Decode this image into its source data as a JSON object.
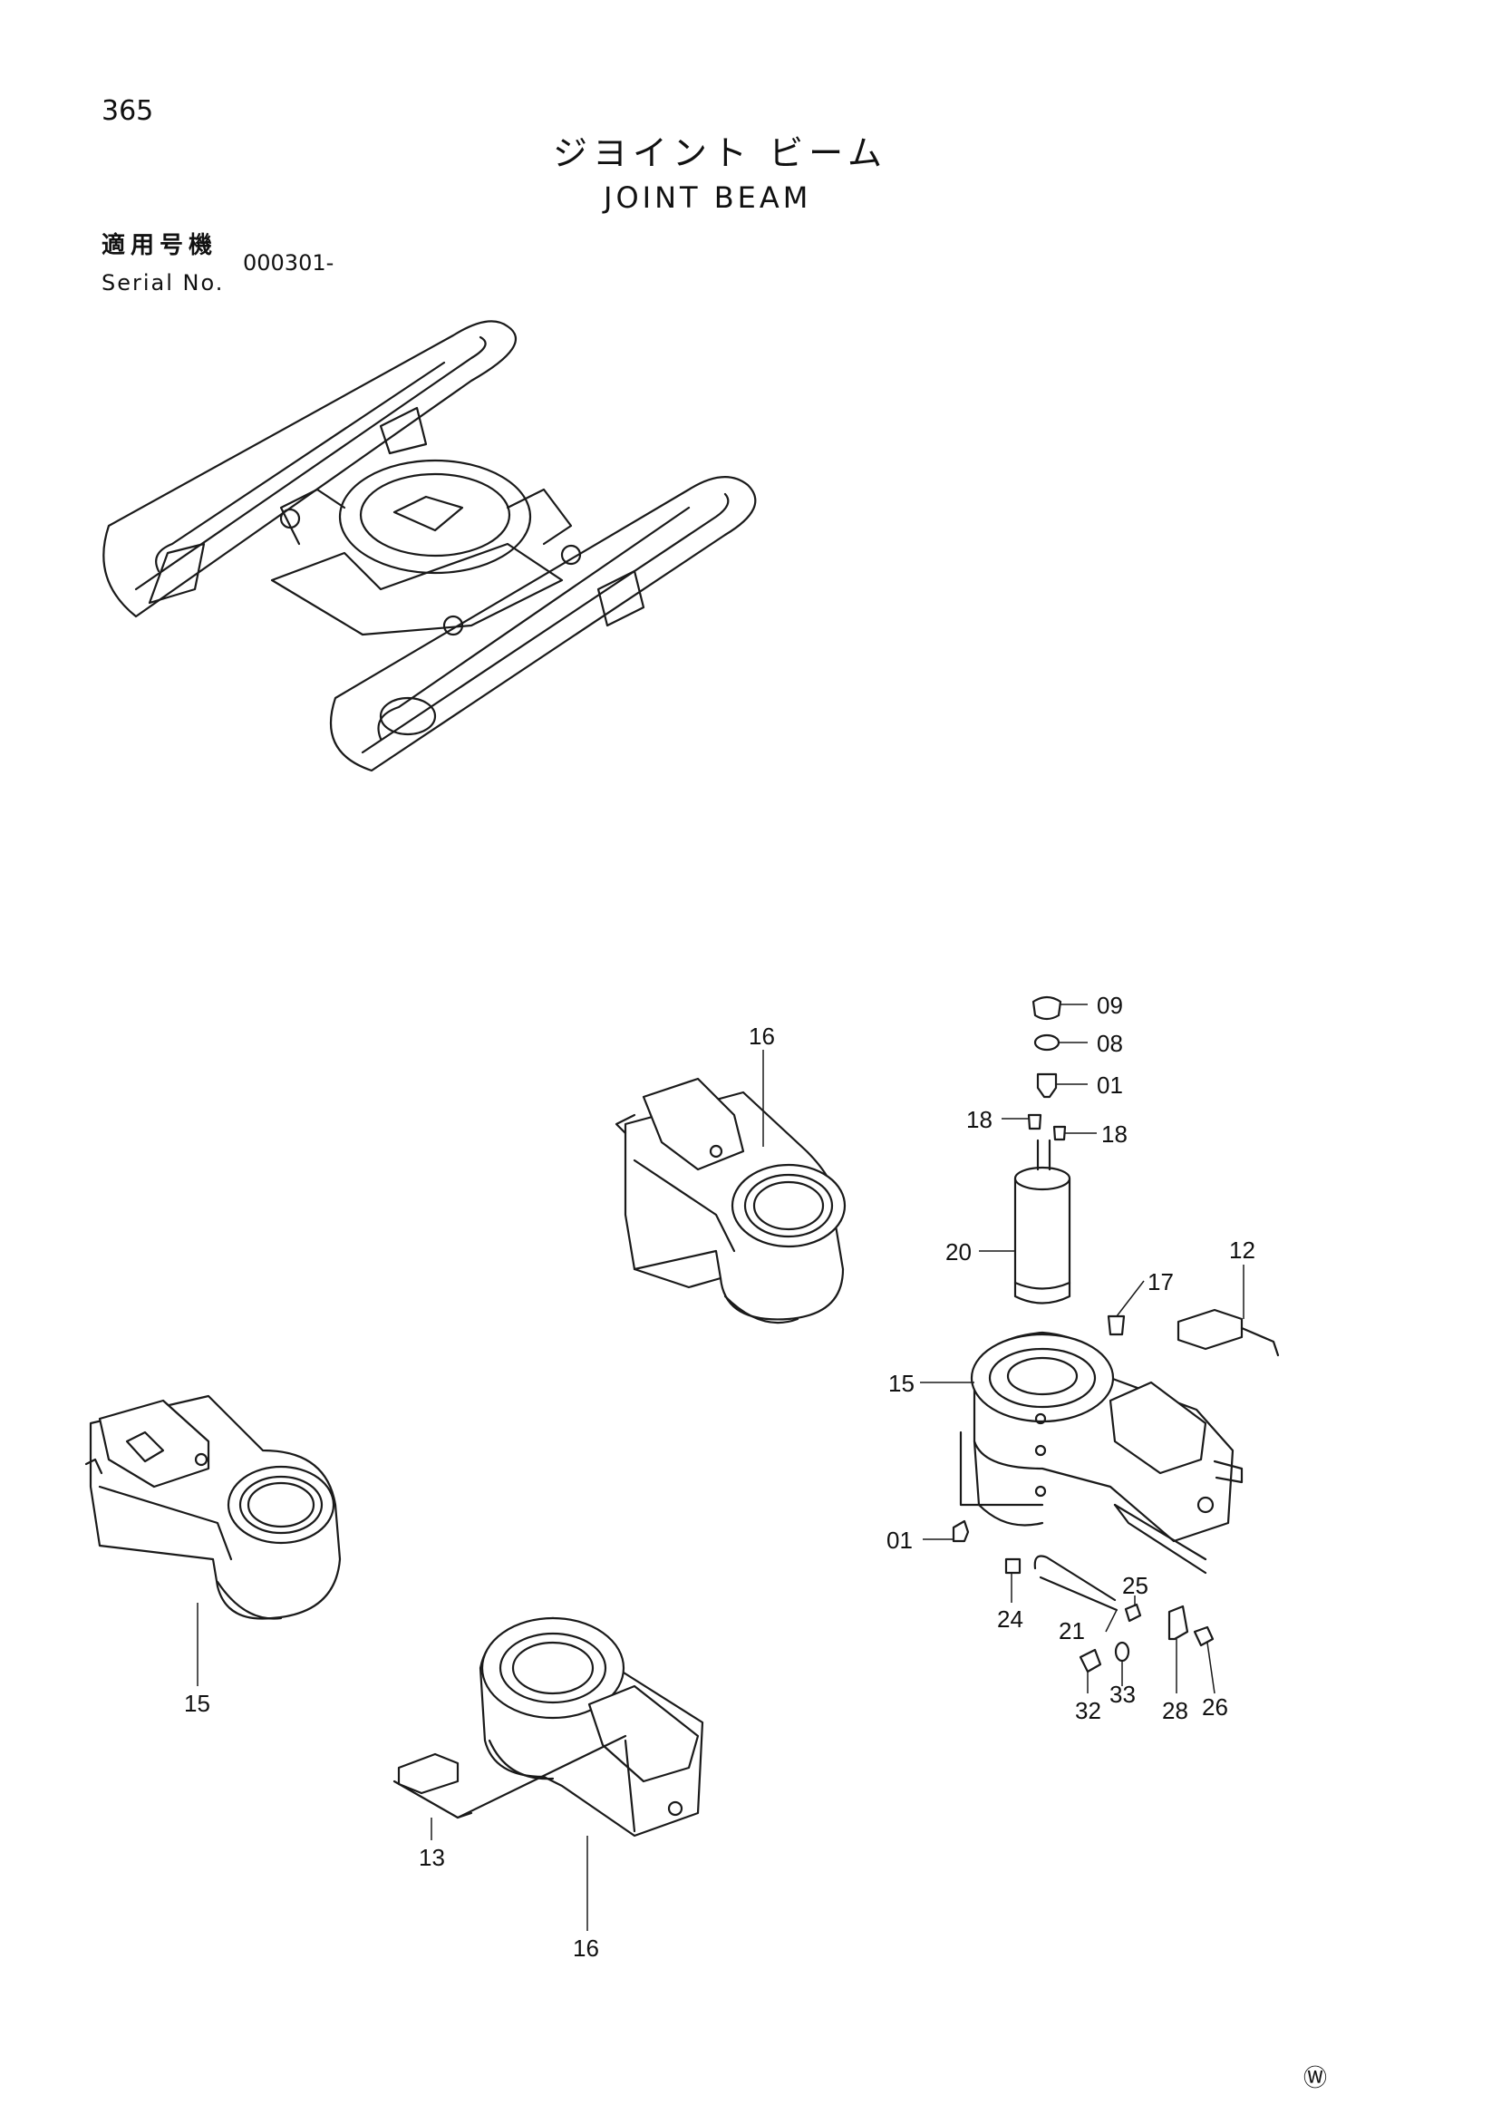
{
  "header": {
    "page_number": "365",
    "title_jp": "ジヨイント ビーム",
    "title_en": "JOINT BEAM",
    "serial_label_jp": "適用号機",
    "serial_label_en": "Serial No.",
    "serial_value": "000301-"
  },
  "callouts": [
    {
      "id": "c-16a",
      "text": "16"
    },
    {
      "id": "c-15a",
      "text": "15"
    },
    {
      "id": "c-13",
      "text": "13"
    },
    {
      "id": "c-16b",
      "text": "16"
    },
    {
      "id": "c-09",
      "text": "09"
    },
    {
      "id": "c-08",
      "text": "08"
    },
    {
      "id": "c-01a",
      "text": "01"
    },
    {
      "id": "c-18a",
      "text": "18"
    },
    {
      "id": "c-18b",
      "text": "18"
    },
    {
      "id": "c-20",
      "text": "20"
    },
    {
      "id": "c-17",
      "text": "17"
    },
    {
      "id": "c-12",
      "text": "12"
    },
    {
      "id": "c-15b",
      "text": "15"
    },
    {
      "id": "c-01b",
      "text": "01"
    },
    {
      "id": "c-24",
      "text": "24"
    },
    {
      "id": "c-21",
      "text": "21"
    },
    {
      "id": "c-25",
      "text": "25"
    },
    {
      "id": "c-32",
      "text": "32"
    },
    {
      "id": "c-33",
      "text": "33"
    },
    {
      "id": "c-28",
      "text": "28"
    },
    {
      "id": "c-26",
      "text": "26"
    }
  ],
  "footer": {
    "mark": "Ⓦ"
  }
}
